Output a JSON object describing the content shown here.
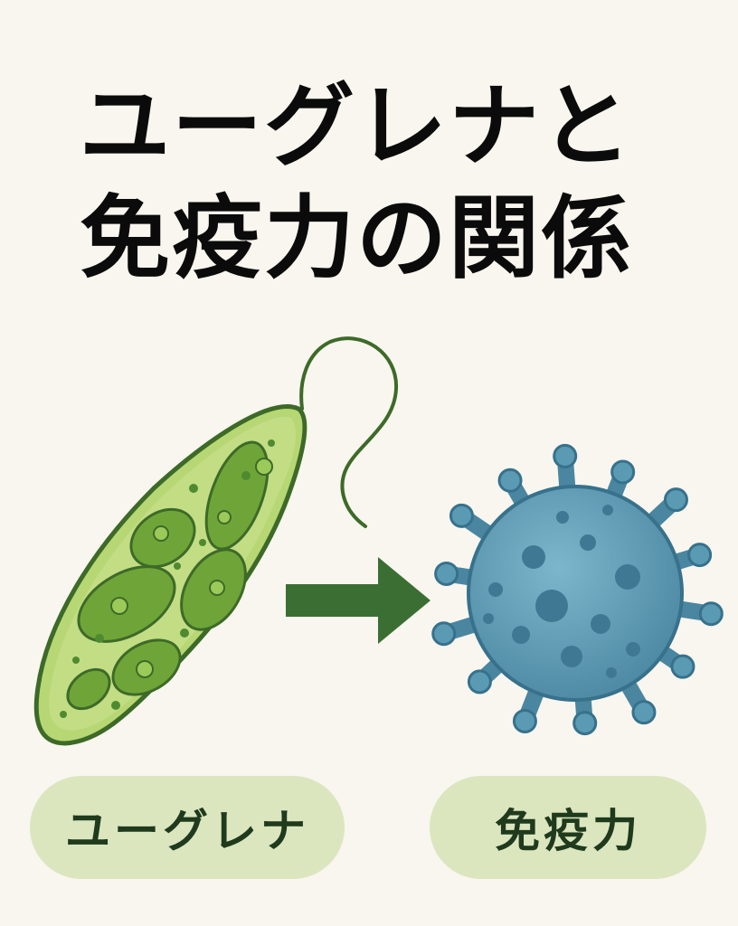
{
  "title": {
    "line1": "ユーグレナと",
    "line2": "免疫力の関係"
  },
  "labels": {
    "euglena": "ユーグレナ",
    "immunity": "免疫力"
  },
  "icons": {
    "euglena": "euglena-cell-icon",
    "arrow": "right-arrow-icon",
    "immune": "immune-cell-icon"
  },
  "colors": {
    "background": "#f8f6ee",
    "euglena_green": "#8cbf45",
    "arrow_green": "#3b6e33",
    "immune_blue": "#5b9ab3",
    "pill_background": "#dbe6bf",
    "pill_text": "#1f3a1c"
  }
}
